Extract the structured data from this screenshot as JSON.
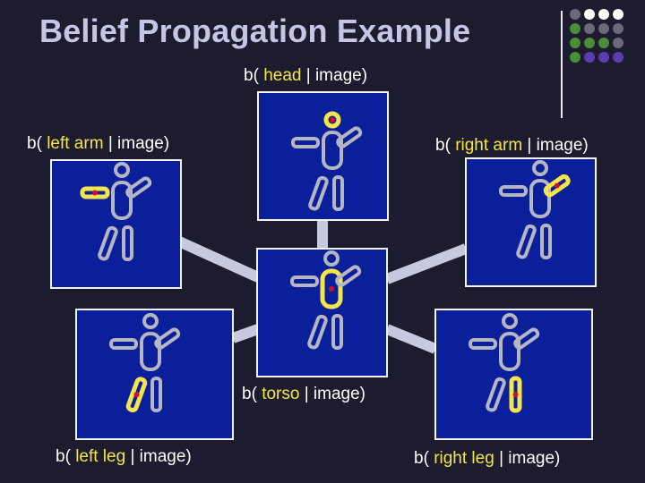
{
  "slide": {
    "title": "Belief Propagation Example"
  },
  "theme": {
    "background": "#1c1c2e",
    "title_color": "#c6c6e4",
    "panel_color": "#0b1f9a",
    "figure_color": "#b4b6c4",
    "highlight_color": "#f4e64a",
    "link_color": "#c8c8e0"
  },
  "decoration": {
    "dot_grid": [
      [
        "#6a6a7a",
        "#ffffff",
        "#ffffff",
        "#ffffff"
      ],
      [
        "#4b8c3a",
        "#6a6a7a",
        "#6a6a7a",
        "#6a6a7a"
      ],
      [
        "#4b8c3a",
        "#4b8c3a",
        "#4b8c3a",
        "#6a6a7a"
      ],
      [
        "#4b8c3a",
        "#5a3fb0",
        "#5a3fb0",
        "#5a3fb0"
      ]
    ]
  },
  "panels": {
    "head": {
      "prefix": "b( ",
      "part": "head",
      "suffix": " | image)",
      "highlight": "head-icon"
    },
    "left_arm": {
      "prefix": "b( ",
      "part": "left arm",
      "suffix": " | image)",
      "highlight": "left-arm-icon"
    },
    "right_arm": {
      "prefix": "b( ",
      "part": "right arm",
      "suffix": " | image)",
      "highlight": "right-arm-icon"
    },
    "torso": {
      "prefix": "b( ",
      "part": "torso",
      "suffix": " | image)",
      "highlight": "torso-icon"
    },
    "left_leg": {
      "prefix": "b( ",
      "part": "left leg",
      "suffix": " | image)",
      "highlight": "left-leg-icon"
    },
    "right_leg": {
      "prefix": "b( ",
      "part": "right leg",
      "suffix": " | image)",
      "highlight": "right-leg-icon"
    }
  }
}
